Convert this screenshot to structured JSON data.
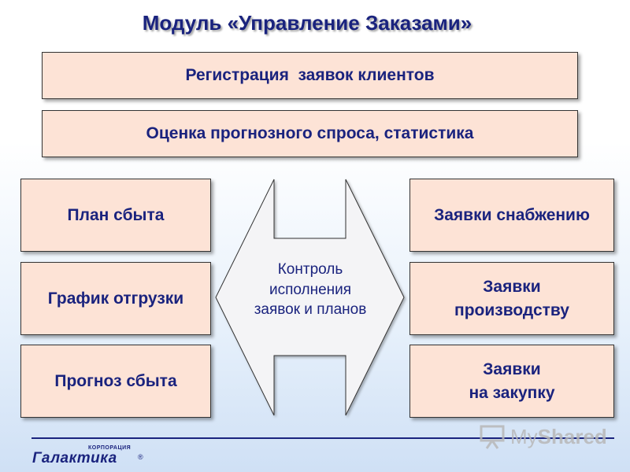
{
  "title": "Модуль «Управление Заказами»",
  "top_boxes": {
    "registration": "Регистрация  заявок клиентов",
    "forecast_stats": "Оценка прогнозного спроса, статистика"
  },
  "left_boxes": {
    "sales_plan": "План сбыта",
    "shipment_schedule": "График отгрузки",
    "sales_forecast": "Прогноз сбыта"
  },
  "right_boxes": {
    "supply_requests": "Заявки снабжению",
    "production_requests": {
      "line1": "Заявки",
      "line2": "производству"
    },
    "purchase_requests": {
      "line1": "Заявки",
      "line2": "на закупку"
    }
  },
  "center": {
    "line1": "Контроль",
    "line2": "исполнения",
    "line3": "заявок и планов"
  },
  "footer": {
    "corp_label": "КОРПОРАЦИЯ",
    "logo_text": "Галактика",
    "registered_mark": "®"
  },
  "watermark": {
    "prefix": "My",
    "suffix": "Shared"
  },
  "colors": {
    "box_fill": "#fde3d6",
    "text": "#1a237e",
    "arrow_fill": "#f4f4f6"
  }
}
